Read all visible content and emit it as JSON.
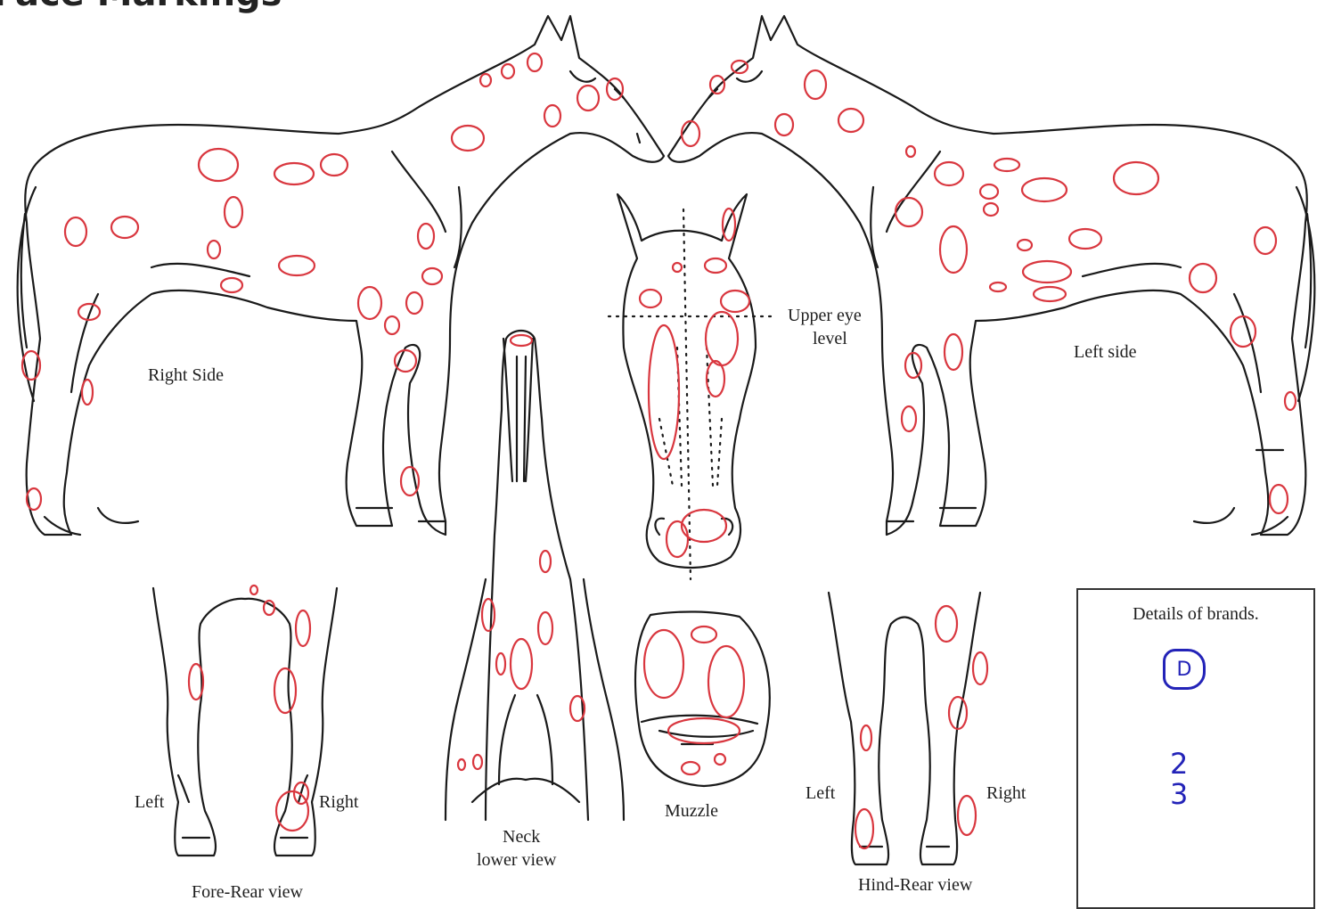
{
  "header": {
    "text": "Face Markings"
  },
  "labels": {
    "right_side": "Right Side",
    "left_side": "Left side",
    "upper_eye": "Upper eye",
    "upper_eye_2": "level",
    "fore_rear": "Fore-Rear view",
    "fore_left": "Left",
    "fore_right": "Right",
    "neck": "Neck",
    "neck_2": "lower view",
    "muzzle": "Muzzle",
    "hind_rear": "Hind-Rear view",
    "hind_left": "Left",
    "hind_right": "Right"
  },
  "brands": {
    "title": "Details of brands.",
    "mark_letter": "D",
    "line_1": "2",
    "line_2": "3"
  },
  "colors": {
    "outline": "#1a1a1a",
    "markings": "#d9373f",
    "brand_ink": "#2323b8"
  }
}
